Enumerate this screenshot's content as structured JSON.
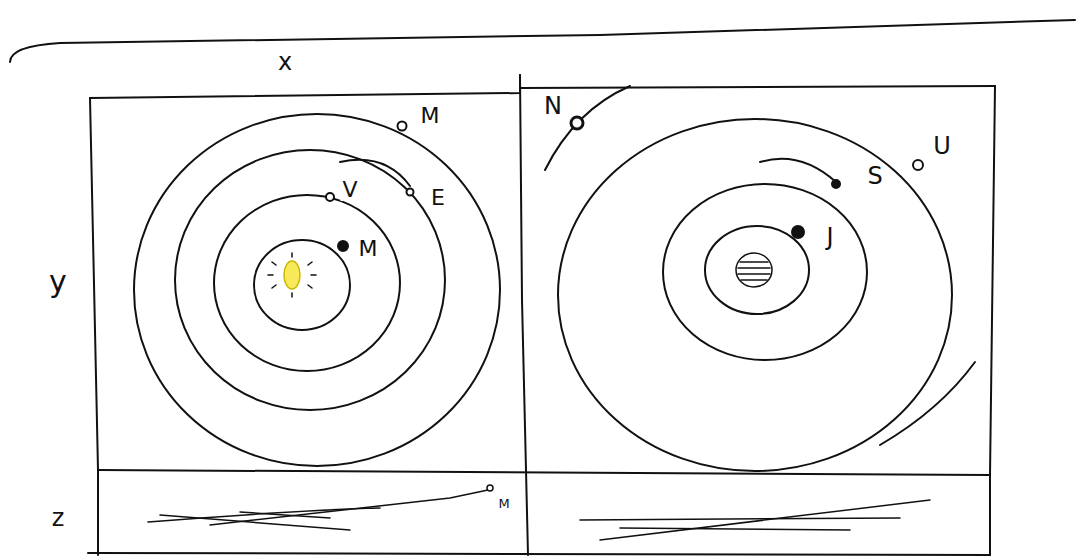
{
  "diagram": {
    "labels": [
      "x",
      "y",
      "M",
      "V",
      "E",
      "M",
      "N",
      "S",
      "U",
      "J",
      "z",
      "M"
    ]
  }
}
